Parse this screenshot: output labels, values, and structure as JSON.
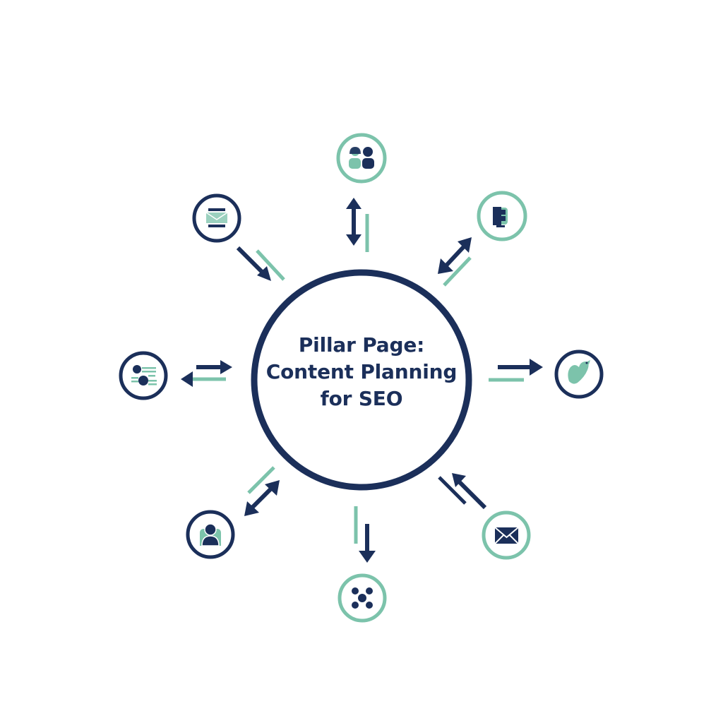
{
  "diagram": {
    "title_lines": [
      "Pillar Page:",
      "Content Planning",
      "for SEO"
    ],
    "colors": {
      "navy": "#1b2f5a",
      "teal": "#7cc3ab",
      "background": "#ffffff"
    },
    "hub": {
      "label": "Pillar Page: Content Planning for SEO",
      "border_color": "#1b2f5a"
    },
    "nodes": [
      {
        "id": "top",
        "icon": "people-icon",
        "ring_color": "#7cc3ab",
        "connector": "bidirectional-arrow"
      },
      {
        "id": "top-right",
        "icon": "desktop-monitor-icon",
        "ring_color": "#7cc3ab",
        "connector": "bidirectional-arrow"
      },
      {
        "id": "right",
        "icon": "bird-social-icon",
        "ring_color": "#1b2f5a",
        "connector": "outbound-arrow"
      },
      {
        "id": "bottom-right",
        "icon": "envelope-icon",
        "ring_color": "#7cc3ab",
        "connector": "inbound-arrow"
      },
      {
        "id": "bottom",
        "icon": "network-nodes-icon",
        "ring_color": "#7cc3ab",
        "connector": "outbound-arrow"
      },
      {
        "id": "bottom-left",
        "icon": "user-profile-icon",
        "ring_color": "#1b2f5a",
        "connector": "bidirectional-arrow"
      },
      {
        "id": "left",
        "icon": "content-list-icon",
        "ring_color": "#1b2f5a",
        "connector": "bidirectional-arrow"
      },
      {
        "id": "top-left",
        "icon": "newsletter-mail-icon",
        "ring_color": "#1b2f5a",
        "connector": "inbound-arrow"
      }
    ]
  }
}
